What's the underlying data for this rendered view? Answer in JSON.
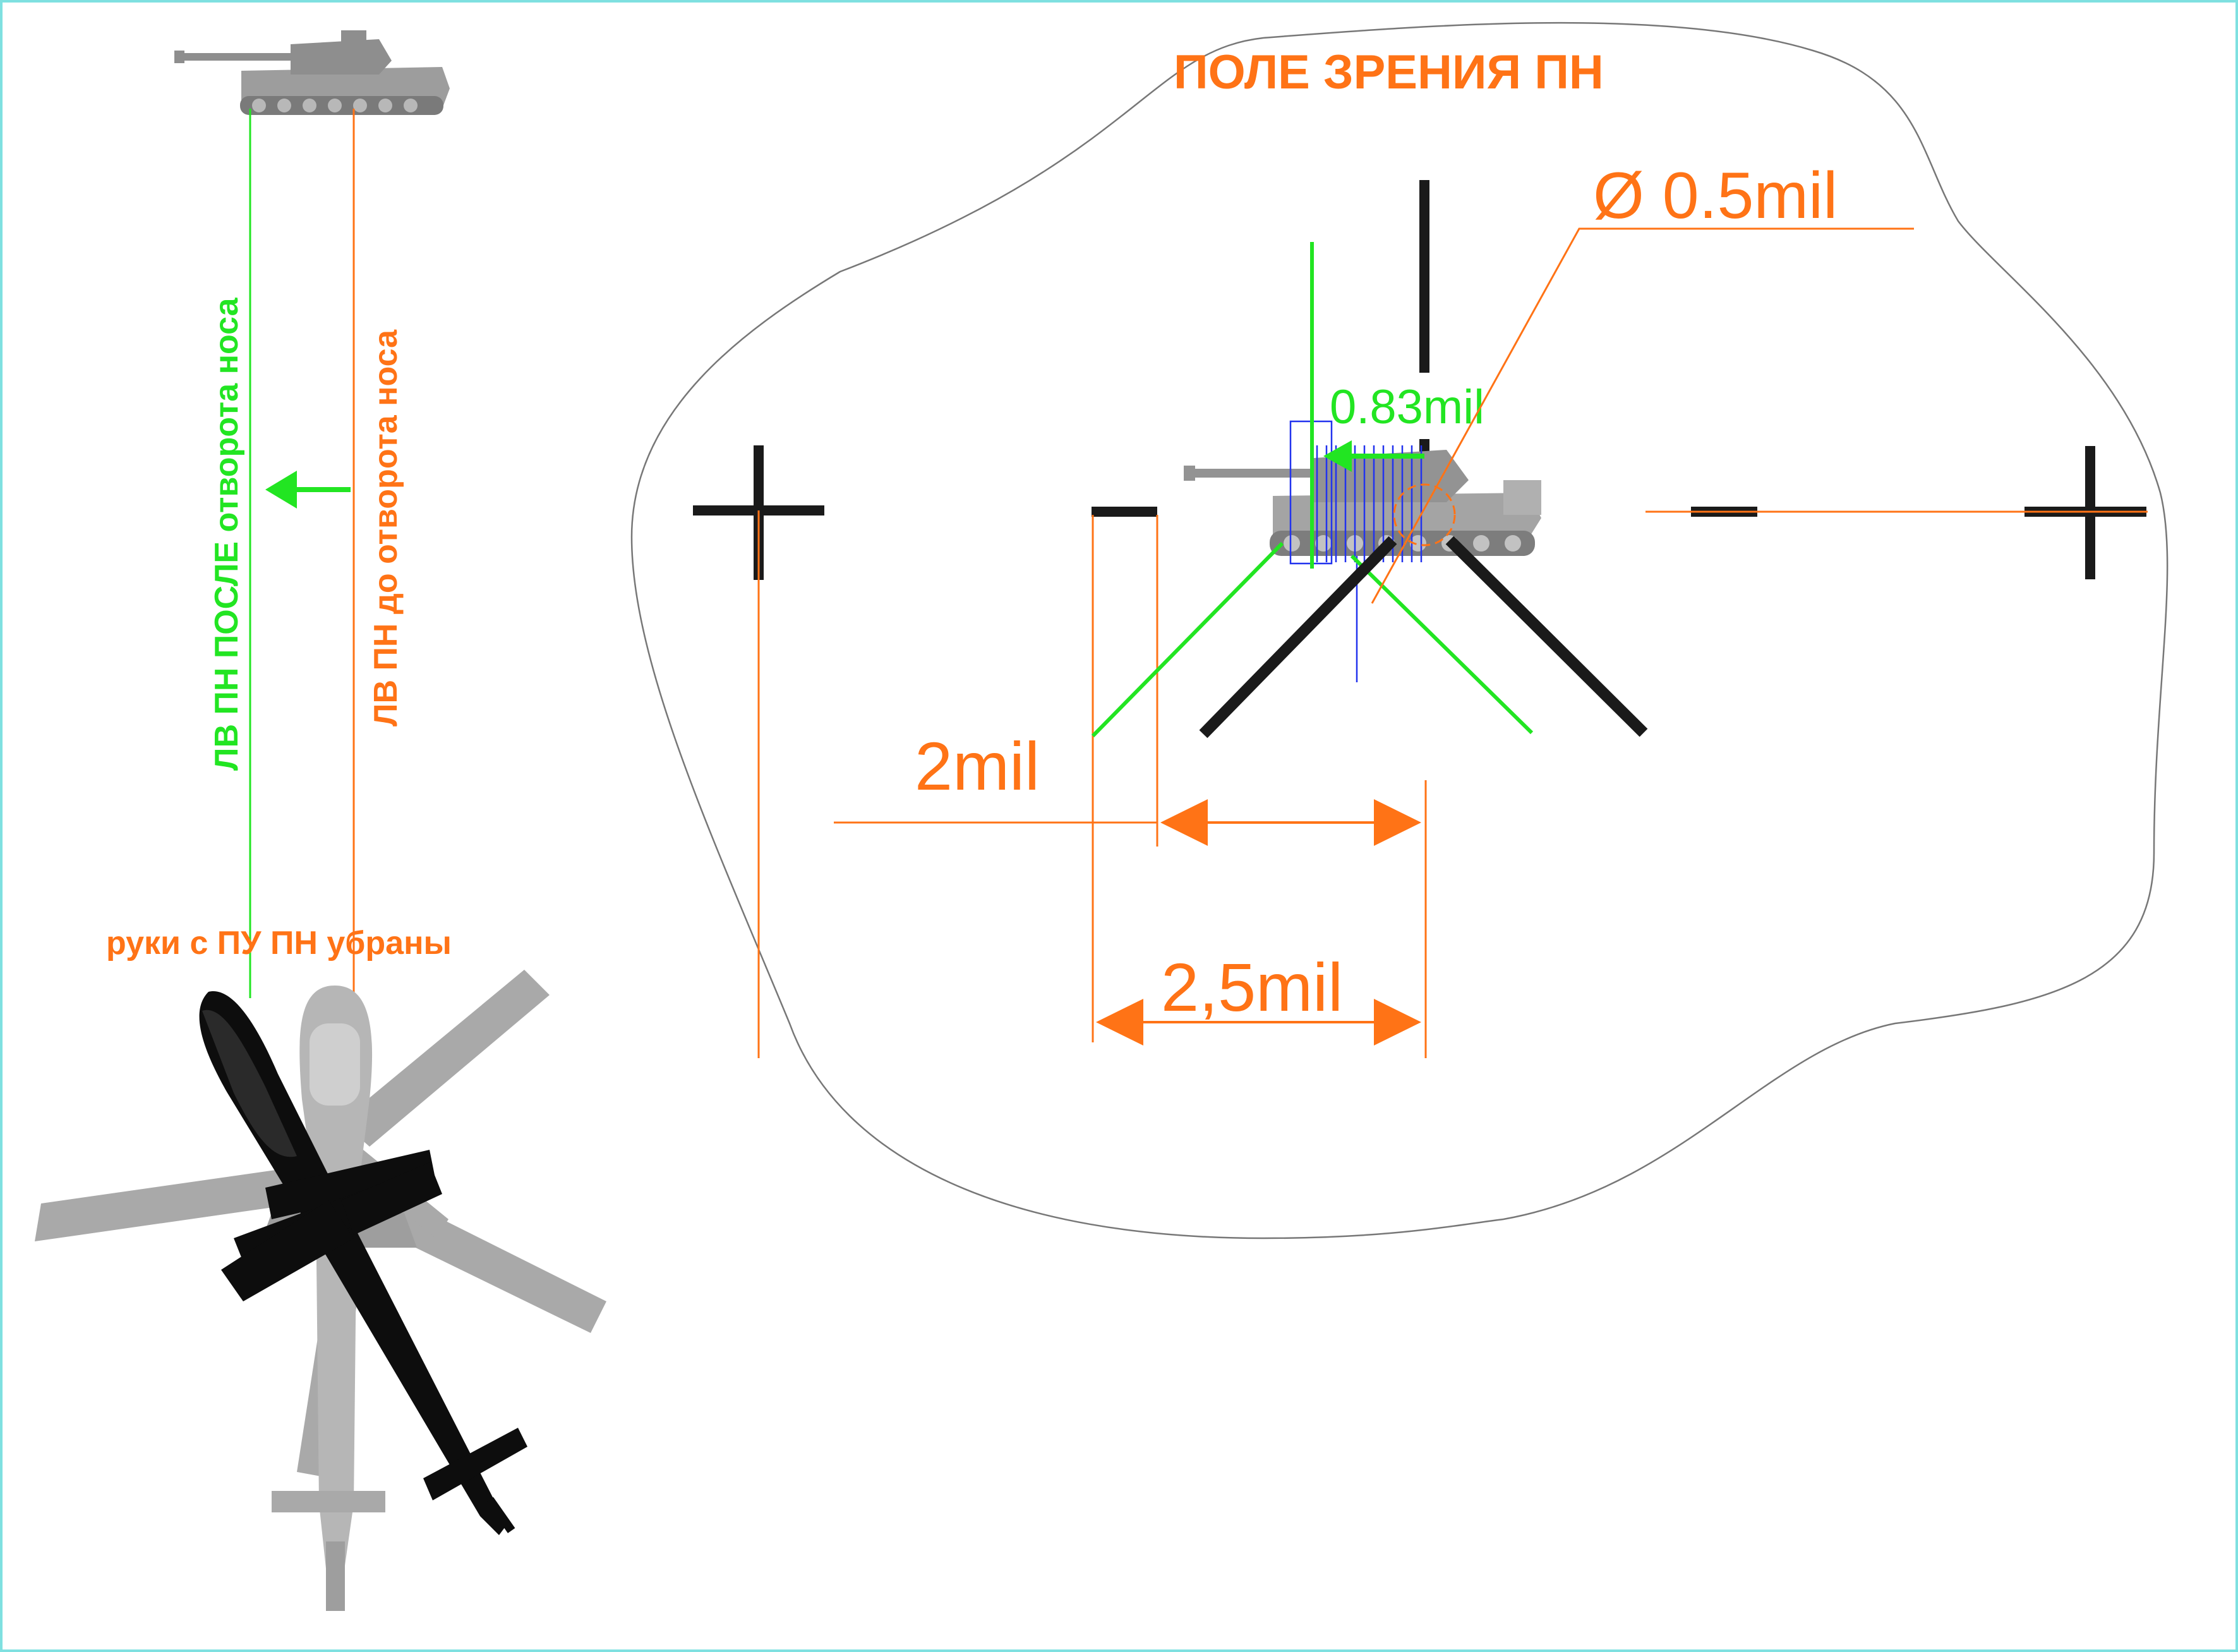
{
  "labels": {
    "fov_title": "ПОЛЕ ЗРЕНИЯ ПН",
    "diameter": "Ø 0.5mil",
    "lead": "0.83mil",
    "two_mil": "2mil",
    "two_five_mil": "2,5mil",
    "los_after": "ЛВ ПН ПОСЛЕ отворота носа",
    "los_before": "ЛВ ПН до отворота носа",
    "hands_off": "руки с ПУ ПН убраны"
  },
  "colors": {
    "frame": "#7fe0e0",
    "orange": "#ff7316",
    "green": "#22e522",
    "blue": "#2233ee",
    "reticle": "#1a1a1a",
    "outline": "#777777",
    "model_gray": "#a6a6a6",
    "model_dark": "#0d0d0d"
  },
  "icons": {
    "tank": "tank-icon",
    "helicopter_before": "helicopter-gray-icon",
    "helicopter_after": "helicopter-black-icon",
    "arrow": "arrow-left-icon"
  }
}
